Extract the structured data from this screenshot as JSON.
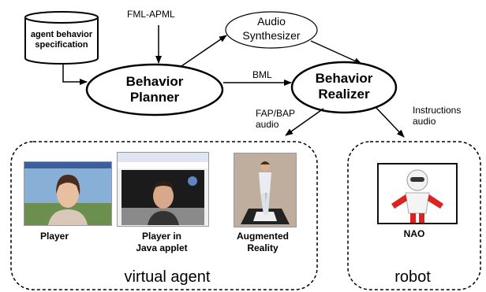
{
  "nodes": {
    "spec_line1": "agent behavior",
    "spec_line2": "specification",
    "planner_line1": "Behavior",
    "planner_line2": "Planner",
    "realizer_line1": "Behavior",
    "realizer_line2": "Realizer",
    "audio_line1": "Audio",
    "audio_line2": "Synthesizer"
  },
  "edges": {
    "fml": "FML-APML",
    "bml": "BML",
    "fap_line1": "FAP/BAP",
    "fap_line2": "audio",
    "instr_line1": "Instructions",
    "instr_line2": "audio"
  },
  "targets": {
    "player": "Player",
    "applet_line1": "Player in",
    "applet_line2": "Java applet",
    "ar_line1": "Augmented",
    "ar_line2": "Reality",
    "nao": "NAO"
  },
  "groups": {
    "virtual_agent": "virtual agent",
    "robot": "robot"
  },
  "images": {
    "player_thumb": "player-window-with-female-avatar",
    "applet_thumb": "browser-window-with-male-avatar",
    "ar_thumb": "augmented-reality-figure-on-marker",
    "nao_thumb": "nao-humanoid-robot"
  }
}
